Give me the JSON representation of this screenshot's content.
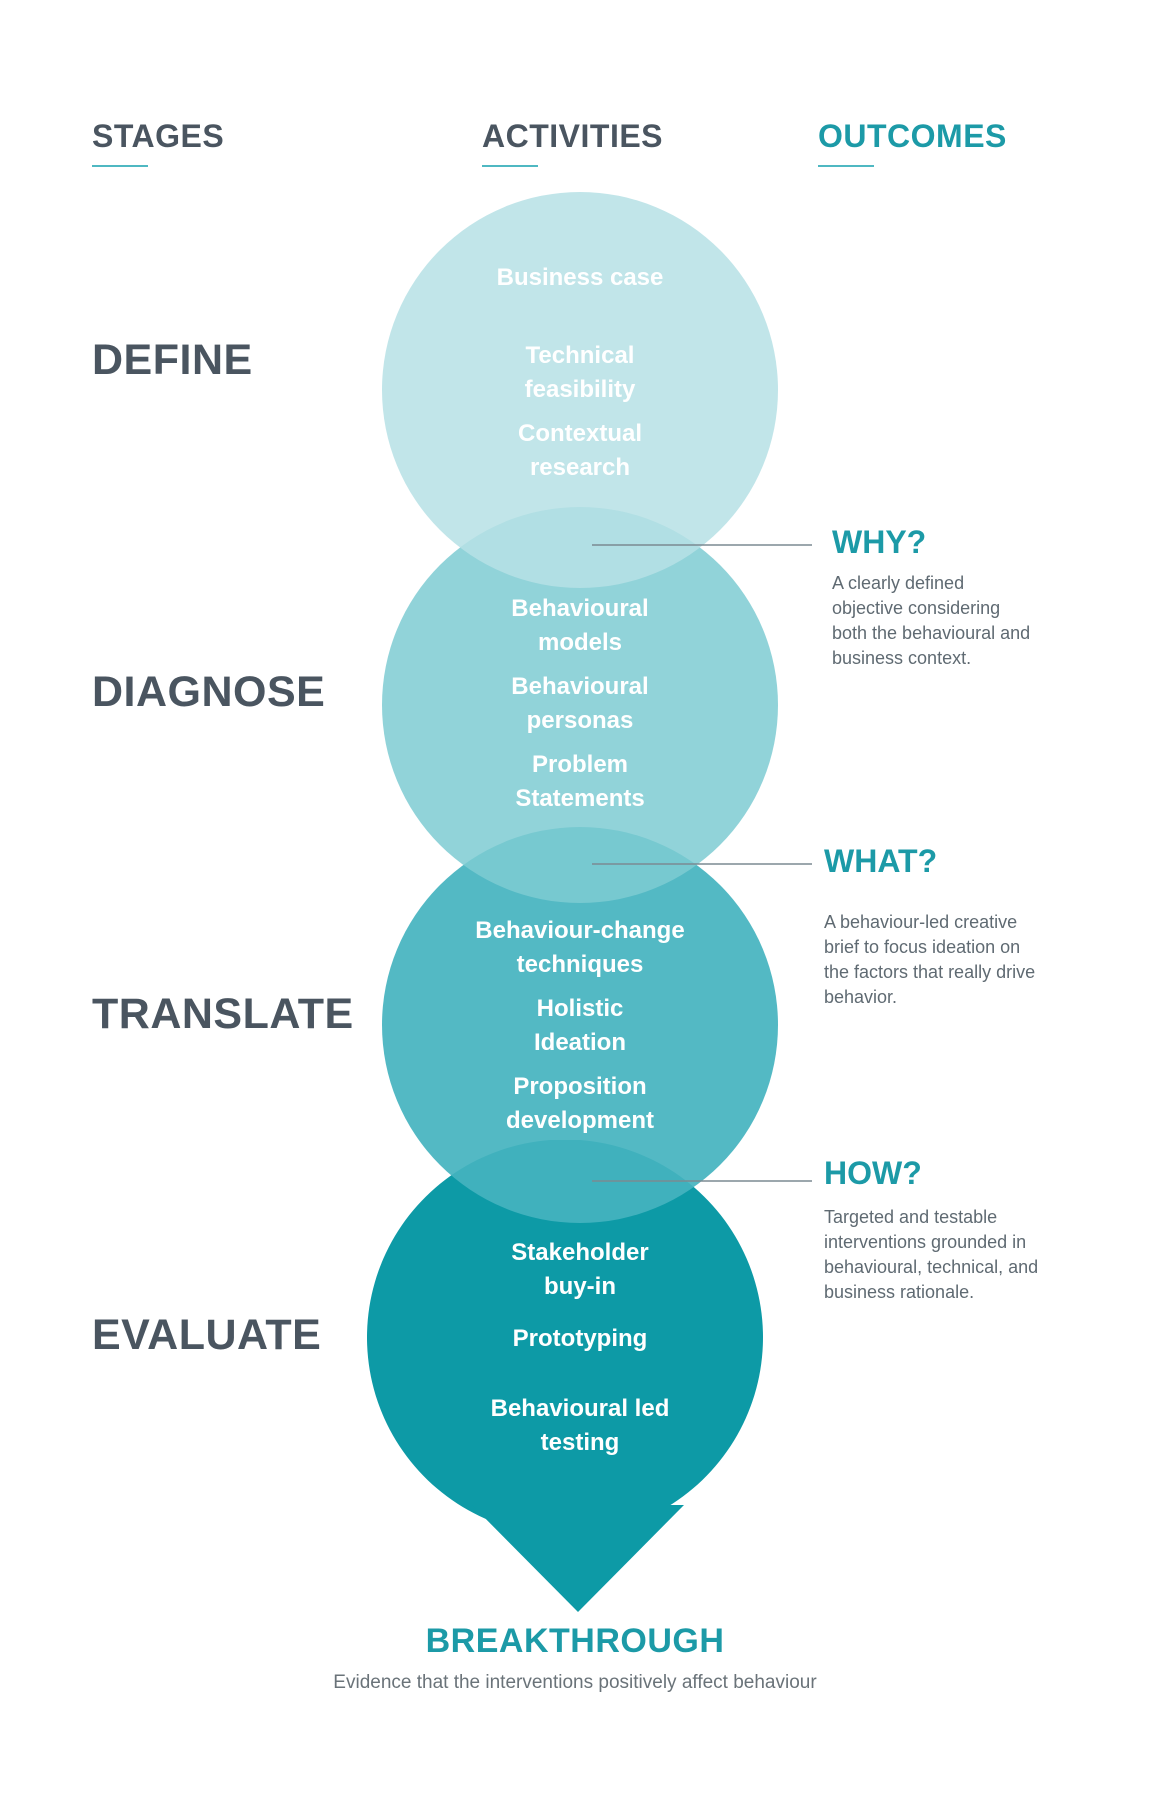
{
  "headers": {
    "stages": "STAGES",
    "activities": "ACTIVITIES",
    "outcomes": "OUTCOMES"
  },
  "stages": [
    {
      "name": "DEFINE",
      "color": "#b6e1e5",
      "activities": [
        "Business case",
        "Technical feasibility",
        "Contextual research"
      ]
    },
    {
      "name": "DIAGNOSE",
      "color": "#7ecbd2",
      "activities": [
        "Behavioural models",
        "Behavioural personas",
        "Problem Statements"
      ]
    },
    {
      "name": "TRANSLATE",
      "color": "#44b3bf",
      "activities": [
        "Behaviour-change techniques",
        "Holistic Ideation",
        "Proposition development"
      ]
    },
    {
      "name": "EVALUATE",
      "color": "#0d9aa6",
      "activities": [
        "Stakeholder buy-in",
        "Prototyping",
        "Behavioural led testing"
      ]
    }
  ],
  "outcomes": [
    {
      "title": "WHY?",
      "description": "A clearly defined objective considering both the behavioural and business context."
    },
    {
      "title": "WHAT?",
      "description": "A behaviour-led creative brief to focus ideation on the factors that really drive behavior."
    },
    {
      "title": "HOW?",
      "description": "Targeted and testable interventions grounded in behavioural, technical, and business rationale."
    }
  ],
  "breakthrough": {
    "title": "BREAKTHROUGH",
    "description": "Evidence that the interventions positively affect behaviour"
  },
  "colors": {
    "heading": "#4a5560",
    "accent": "#1c9aa7",
    "connector": "#7b8a92"
  }
}
